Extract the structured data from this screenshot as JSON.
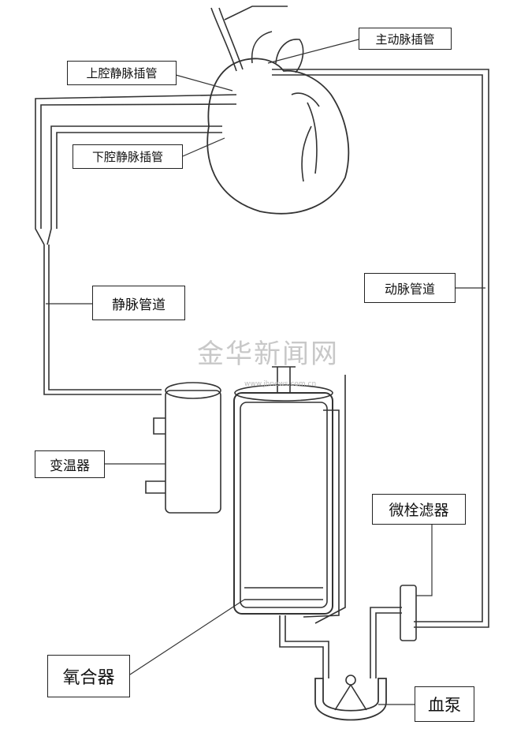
{
  "labels": {
    "aortic_cannula": "主动脉插管",
    "svc_cannula": "上腔静脉插管",
    "ivc_cannula": "下腔静脉插管",
    "venous_line": "静脉管道",
    "arterial_line": "动脉管道",
    "heat_exchanger": "变温器",
    "microembolic_filter": "微栓滤器",
    "oxygenator": "氧合器",
    "blood_pump": "血泵"
  },
  "watermark": {
    "text": "金华新闻网",
    "url": "www.jhnews.com.cn"
  },
  "colors": {
    "line": "#333333",
    "label_border": "#222222",
    "watermark": "#bbbbbb"
  }
}
